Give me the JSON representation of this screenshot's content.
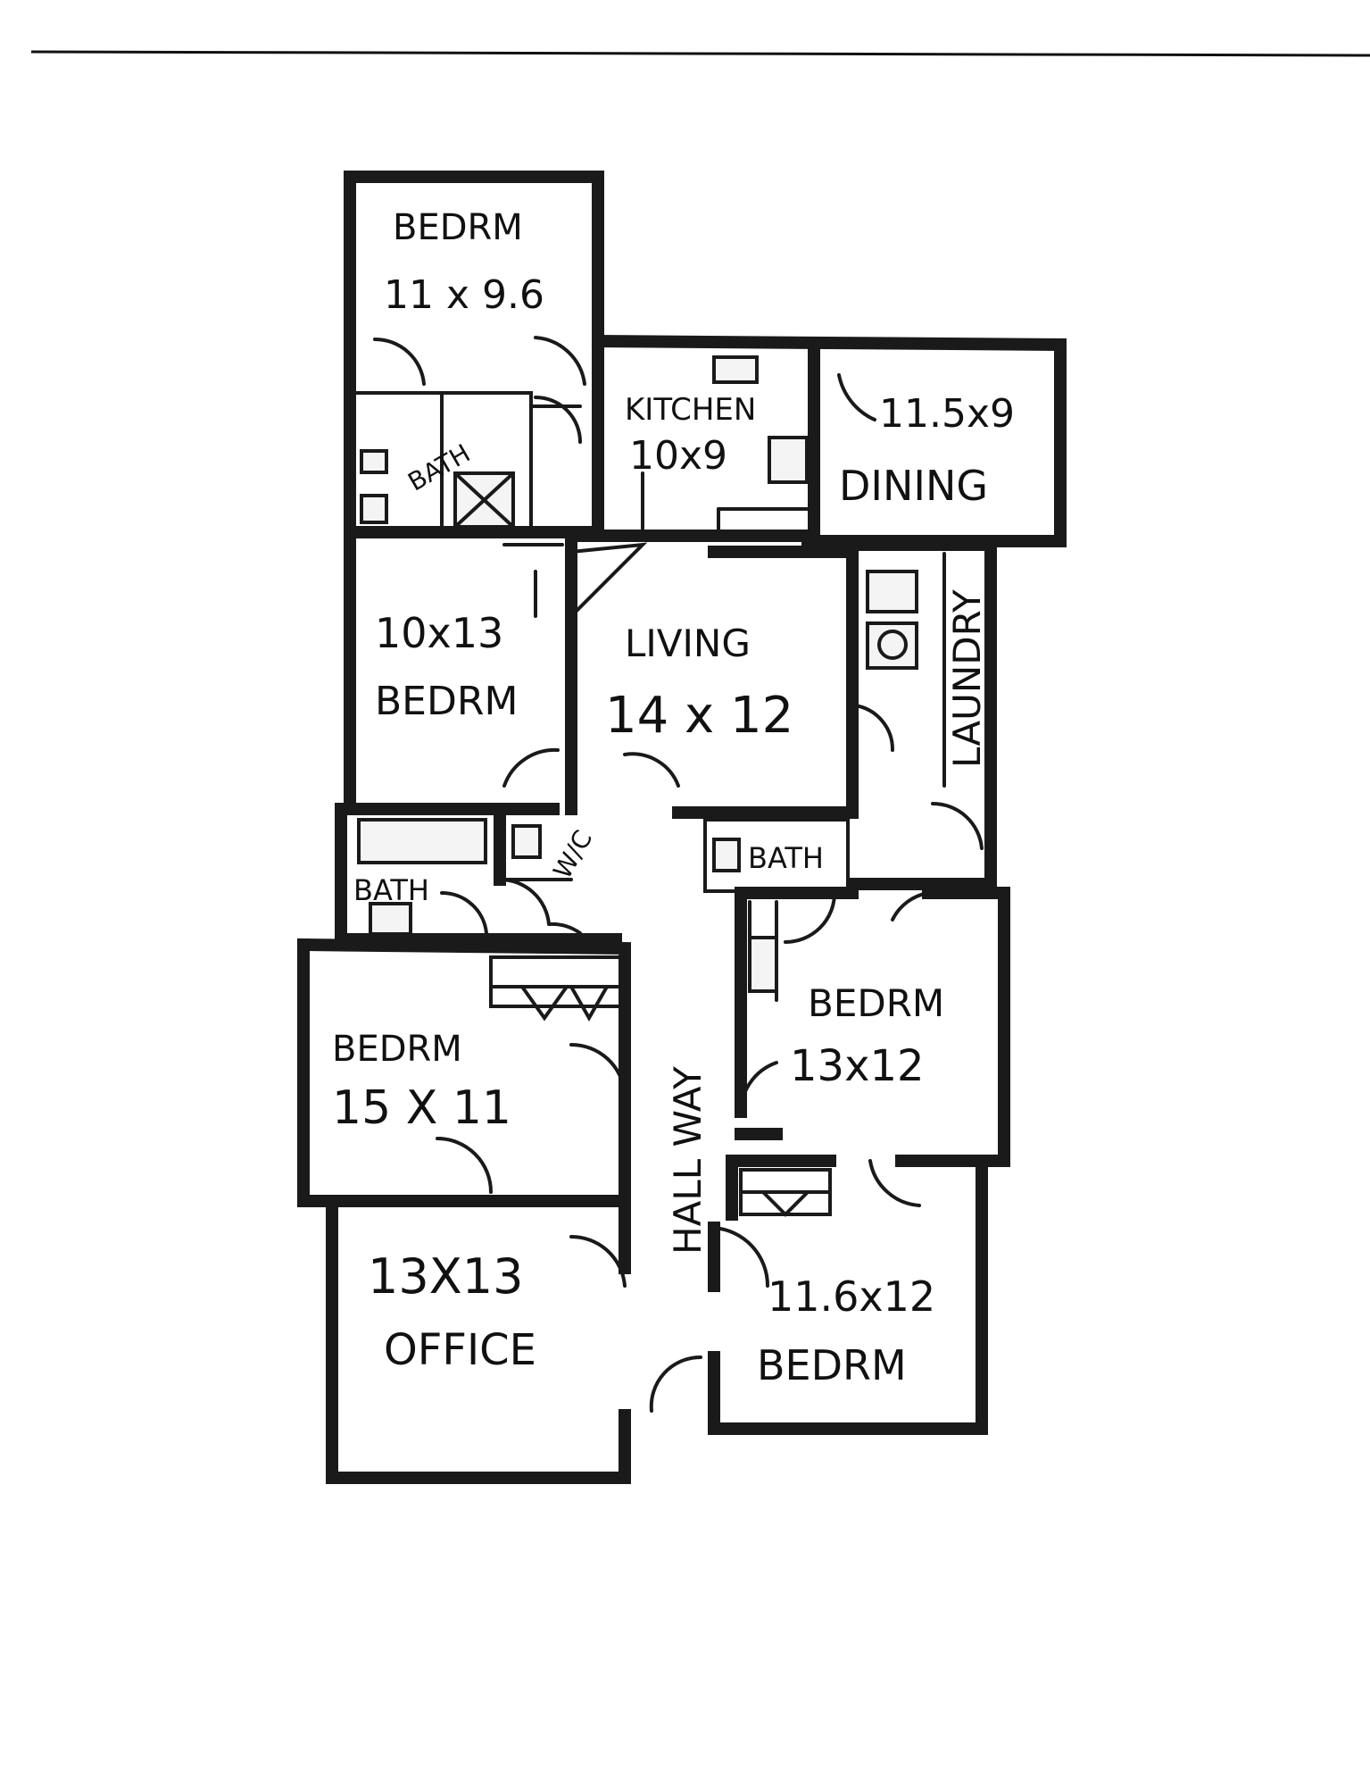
{
  "rooms": {
    "bedroom_top": {
      "name": "BEDRM",
      "size": "11 x 9.6"
    },
    "kitchen": {
      "name": "KITCHEN",
      "size": "10x9"
    },
    "dining": {
      "name": "DINING",
      "size": "11.5x9"
    },
    "bath_top": {
      "name": "BATH"
    },
    "bedroom_mid": {
      "name": "BEDRM",
      "size": "10x13"
    },
    "living": {
      "name": "LIVING",
      "size": "14 x 12"
    },
    "laundry": {
      "name": "LAUNDRY"
    },
    "bath_left": {
      "name": "BATH"
    },
    "wic": {
      "name": "W/C"
    },
    "bath_right": {
      "name": "BATH"
    },
    "bedroom_right": {
      "name": "BEDRM",
      "size": "13x12"
    },
    "bedroom_left": {
      "name": "BEDRM",
      "size": "15 X 11"
    },
    "hallway": {
      "name": "HALL WAY"
    },
    "office": {
      "name": "OFFICE",
      "size": "13X13"
    },
    "bedroom_bottom": {
      "name": "BEDRM",
      "size": "11.6x12"
    }
  }
}
